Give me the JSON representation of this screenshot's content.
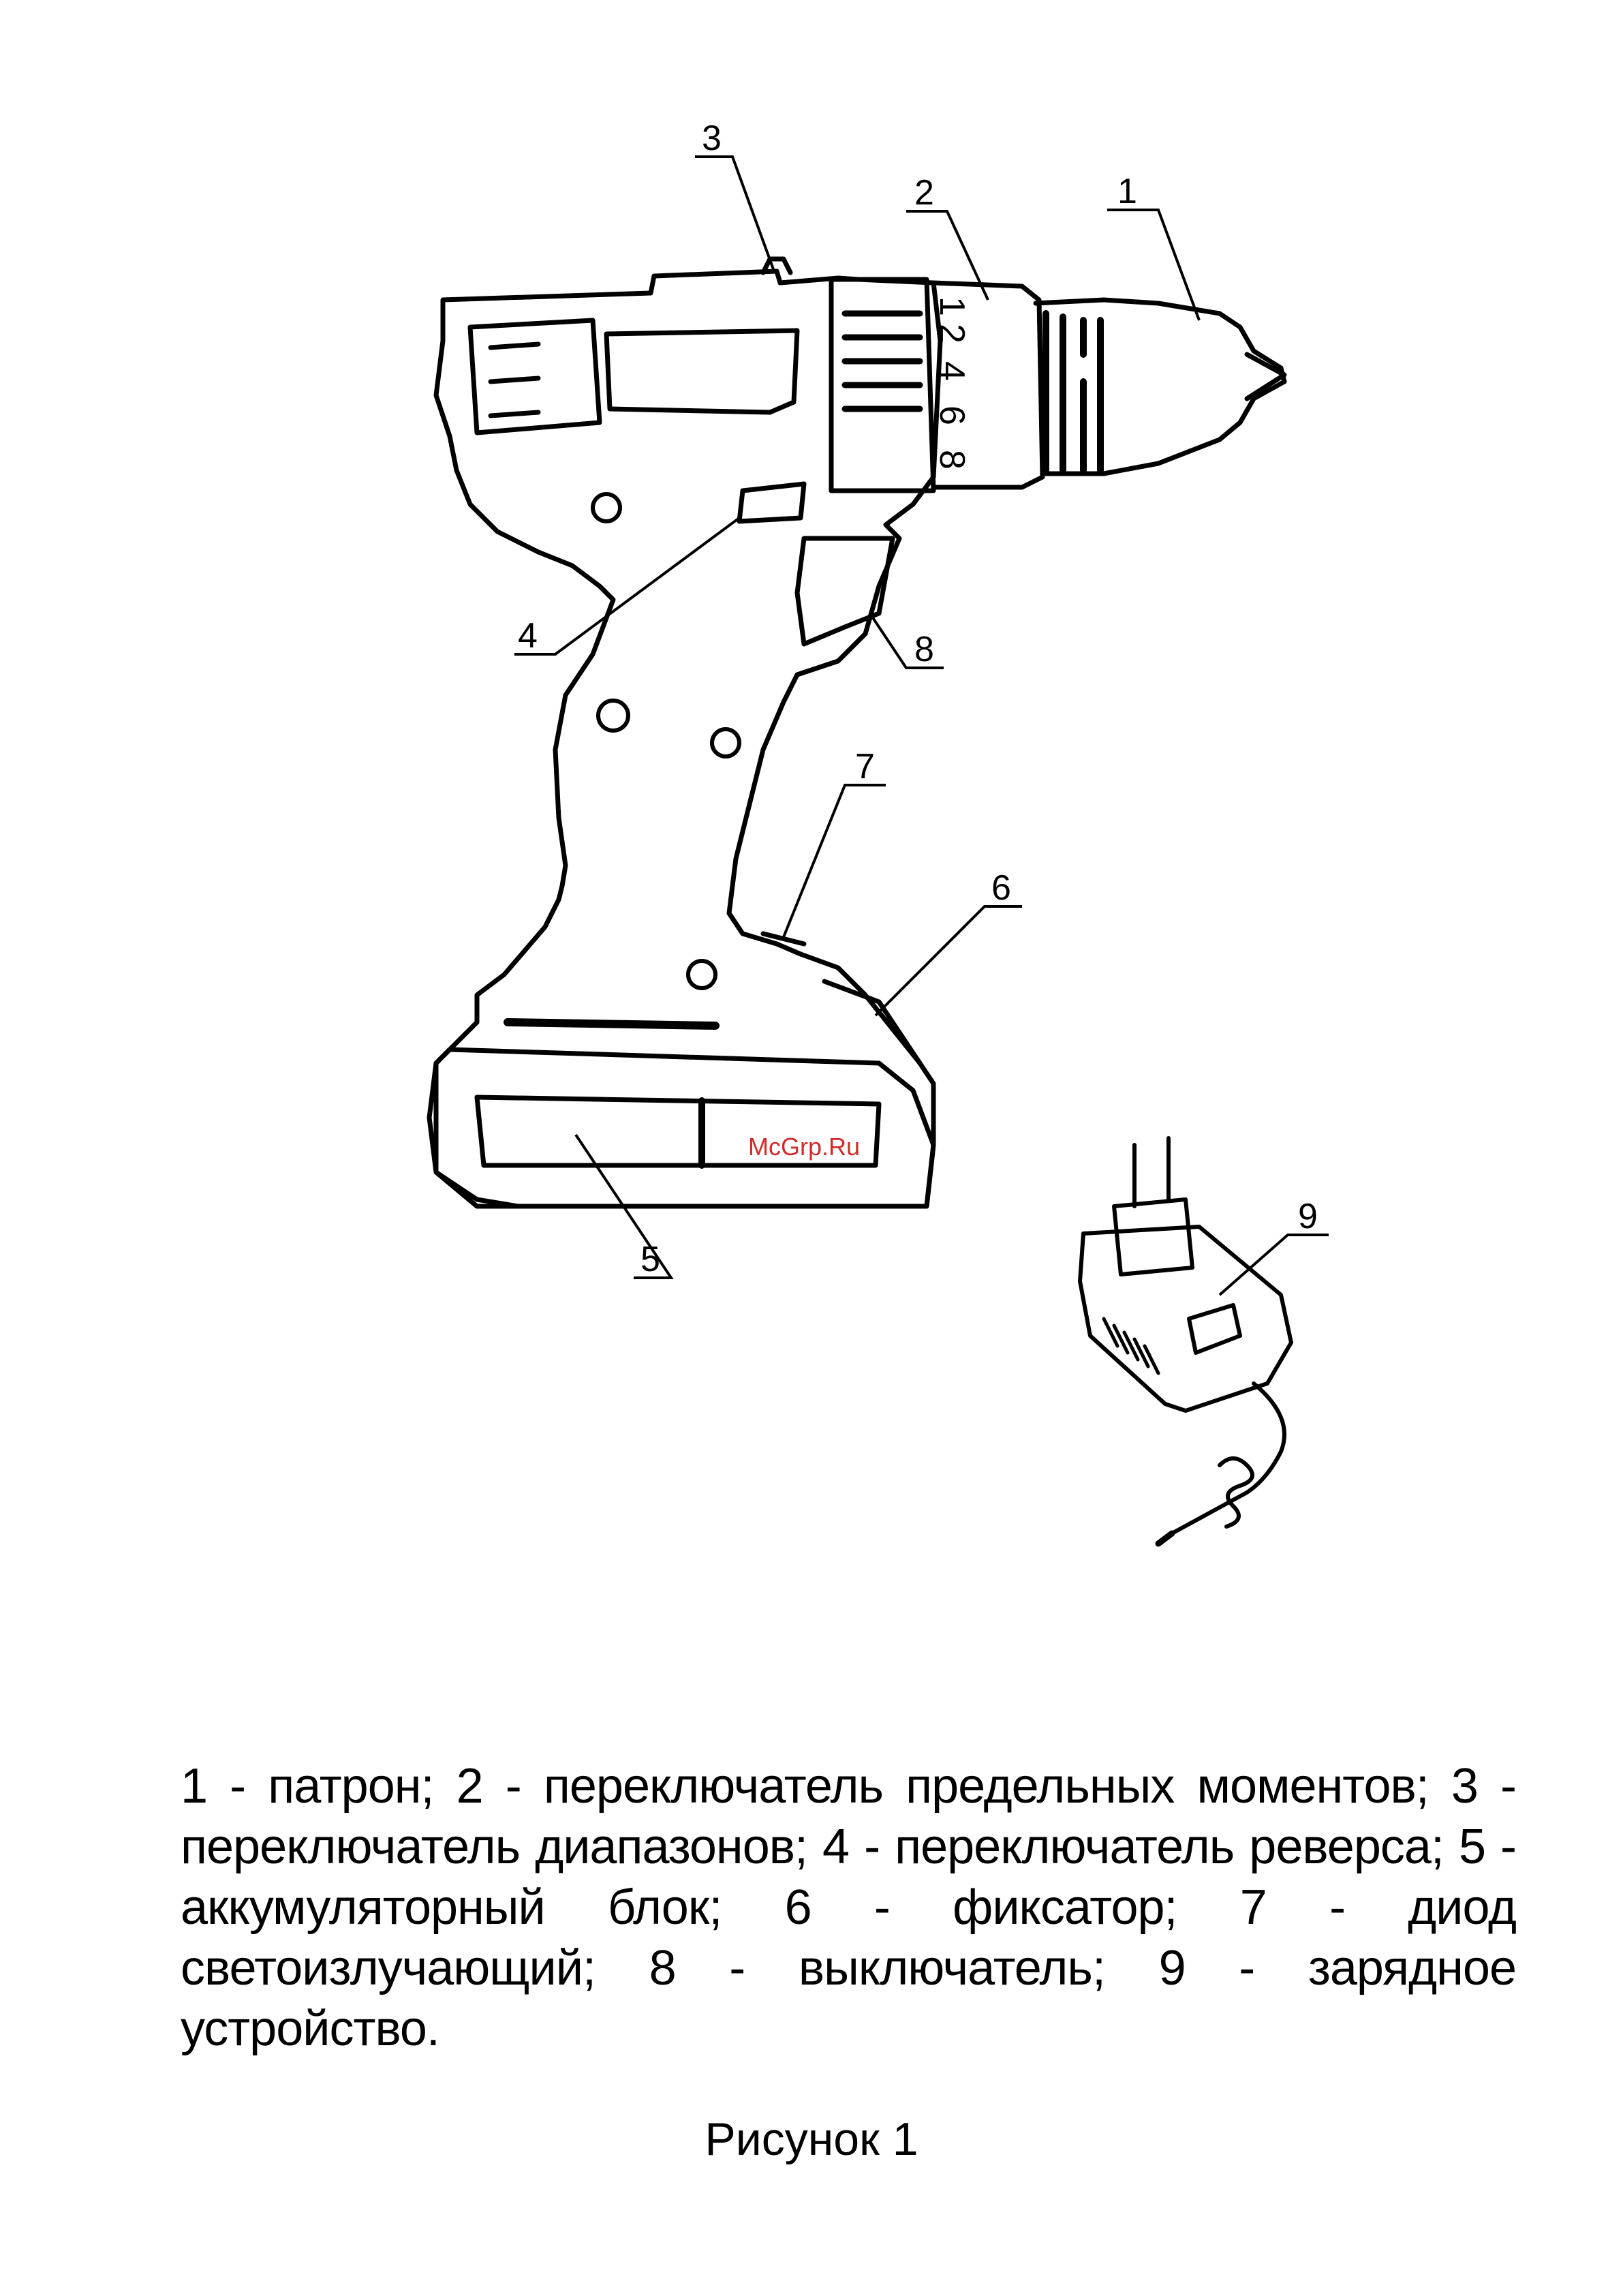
{
  "figure": {
    "callouts": {
      "c1": "1",
      "c2": "2",
      "c3": "3",
      "c4": "4",
      "c5": "5",
      "c6": "6",
      "c7": "7",
      "c8": "8",
      "c9": "9"
    },
    "clutch_scale": {
      "s1": "1",
      "s2": "2",
      "s4": "4",
      "s6": "6",
      "s8": "8"
    },
    "watermark": "McGrp.Ru"
  },
  "caption": "1 - патрон; 2 - переключатель предельных моментов; 3 - переключатель диапазонов; 4 - переключатель реверса; 5 - аккумуляторный блок; 6 - фиксатор; 7 - диод светоизлучающий; 8 - выключатель; 9 - зарядное устройство.",
  "figure_title": "Рисунок 1"
}
